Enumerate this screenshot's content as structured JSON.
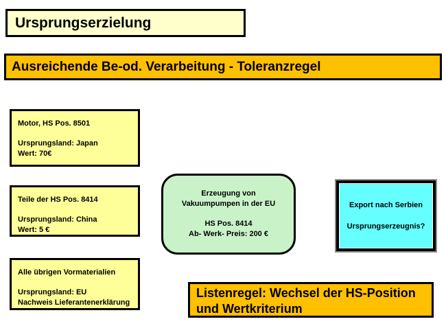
{
  "slide": {
    "title": "Ursprungserzielung",
    "subtitle": "Ausreichende Be-od. Verarbeitung - Toleranzregel"
  },
  "colors": {
    "title_bg": "#ffffcc",
    "banner_bg": "#ffc000",
    "material_bg": "#ffff99",
    "production_bg": "#c9f2c9",
    "export_bg": "#66ffff",
    "border": "#000000"
  },
  "material_boxes": [
    {
      "heading": "Motor, HS Pos. 8501",
      "rows": [
        "Ursprungsland: Japan",
        "Wert: 70€"
      ]
    },
    {
      "heading": "Teile der HS Pos. 8414",
      "rows": [
        "Ursprungsland: China",
        "Wert: 5 €"
      ]
    },
    {
      "heading": "Alle übrigen Vormaterialien",
      "rows": [
        "Ursprungsland: EU",
        "Nachweis Lieferantenerklärung"
      ]
    }
  ],
  "production_box": {
    "heading": [
      "Erzeugung von",
      "Vakuumpumpen in der EU"
    ],
    "details": [
      "HS Pos. 8414",
      "Ab- Werk- Preis: 200 €"
    ]
  },
  "export_box": {
    "lines": [
      "Export nach Serbien",
      "Ursprungserzeugnis?"
    ]
  },
  "rule_box": {
    "text": "Listenregel: Wechsel der HS-Position und Wertkriterium"
  }
}
